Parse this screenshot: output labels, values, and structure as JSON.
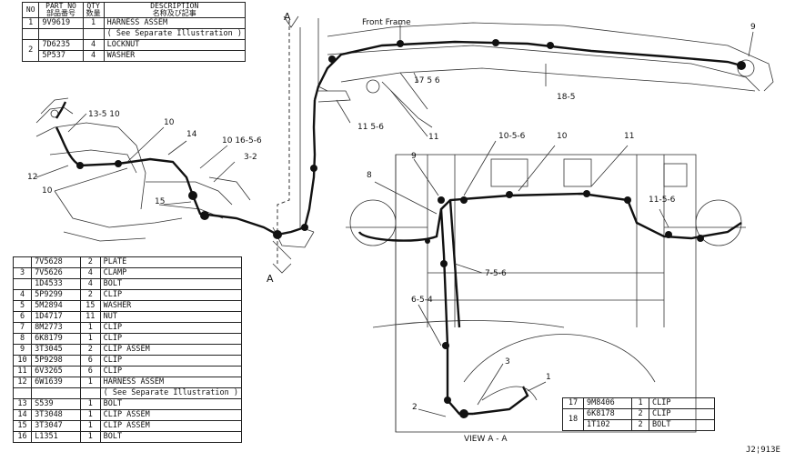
{
  "top_table": {
    "headers": {
      "no": "NO",
      "part_no": "PART NO",
      "part_no_sub": "部品番号",
      "qty": "QTY",
      "qty_sub": "数量",
      "desc": "DESCRIPTION",
      "desc_sub": "名称及び記事"
    },
    "rows": [
      {
        "no": "1",
        "part": "9V9619",
        "qty": "1",
        "desc": "HARNESS ASSEM"
      },
      {
        "no": "",
        "part": "",
        "qty": "",
        "desc": "( See Separate Illustration )"
      },
      {
        "no": "2",
        "part": "7D6235",
        "qty": "4",
        "desc": "LOCKNUT"
      },
      {
        "no": "",
        "part": "5P537",
        "qty": "4",
        "desc": "WASHER"
      }
    ]
  },
  "bottom_table": {
    "rows": [
      {
        "no": "",
        "part": "7V5628",
        "qty": "2",
        "desc": "PLATE"
      },
      {
        "no": "3",
        "part": "7V5626",
        "qty": "4",
        "desc": "CLAMP"
      },
      {
        "no": "",
        "part": "1D4533",
        "qty": "4",
        "desc": "BOLT"
      },
      {
        "no": "4",
        "part": "5P9299",
        "qty": "2",
        "desc": "CLIP"
      },
      {
        "no": "5",
        "part": "5M2894",
        "qty": "15",
        "desc": "WASHER"
      },
      {
        "no": "6",
        "part": "1D4717",
        "qty": "11",
        "desc": "NUT"
      },
      {
        "no": "7",
        "part": "8M2773",
        "qty": "1",
        "desc": "CLIP"
      },
      {
        "no": "8",
        "part": "6K8179",
        "qty": "1",
        "desc": "CLIP"
      },
      {
        "no": "9",
        "part": "3T3045",
        "qty": "2",
        "desc": "CLIP ASSEM"
      },
      {
        "no": "10",
        "part": "5P9298",
        "qty": "6",
        "desc": "CLIP"
      },
      {
        "no": "11",
        "part": "6V3265",
        "qty": "6",
        "desc": "CLIP"
      },
      {
        "no": "12",
        "part": "6W1639",
        "qty": "1",
        "desc": "HARNESS ASSEM"
      },
      {
        "no": "",
        "part": "",
        "qty": "",
        "desc": "( See Separate Illustration )"
      },
      {
        "no": "13",
        "part": "S539",
        "qty": "1",
        "desc": "BOLT"
      },
      {
        "no": "14",
        "part": "3T3048",
        "qty": "1",
        "desc": "CLIP ASSEM"
      },
      {
        "no": "15",
        "part": "3T3047",
        "qty": "1",
        "desc": "CLIP ASSEM"
      },
      {
        "no": "16",
        "part": "L1351",
        "qty": "1",
        "desc": "BOLT"
      }
    ]
  },
  "right_table": {
    "rows": [
      {
        "no": "17",
        "part": "9M8406",
        "qty": "1",
        "desc": "CLIP"
      },
      {
        "no": "18",
        "part": "6K8178",
        "qty": "2",
        "desc": "CLIP"
      },
      {
        "no": "",
        "part": "1T102",
        "qty": "2",
        "desc": "BOLT"
      }
    ]
  },
  "callouts": {
    "front_frame": "Front Frame",
    "section_a_top": "A",
    "section_a_bottom": "A",
    "c9_top": "9",
    "c17_5_6": "17 5 6",
    "c18_5": "18-5",
    "c11_5_6_top": "11 5-6",
    "c11_top": "11",
    "c13_5_10": "13-5 10",
    "c10_left": "10",
    "c14": "14",
    "c10_16_5_6": "10 16-5-6",
    "c3_2": "3-2",
    "c12": "12",
    "c10_lower": "10",
    "c15": "15",
    "c10_5_6": "10-5-6",
    "c10_view": "10",
    "c11_view": "11",
    "c9_view": "9",
    "c8": "8",
    "c11_5_6_view": "11-5-6",
    "c7_5_6": "7-5-6",
    "c6_5_4": "6-5-4",
    "c3_view": "3",
    "c1_view": "1",
    "c2_view": "2",
    "view_label": "VIEW A - A",
    "drawing_no": "J2¦913E"
  }
}
